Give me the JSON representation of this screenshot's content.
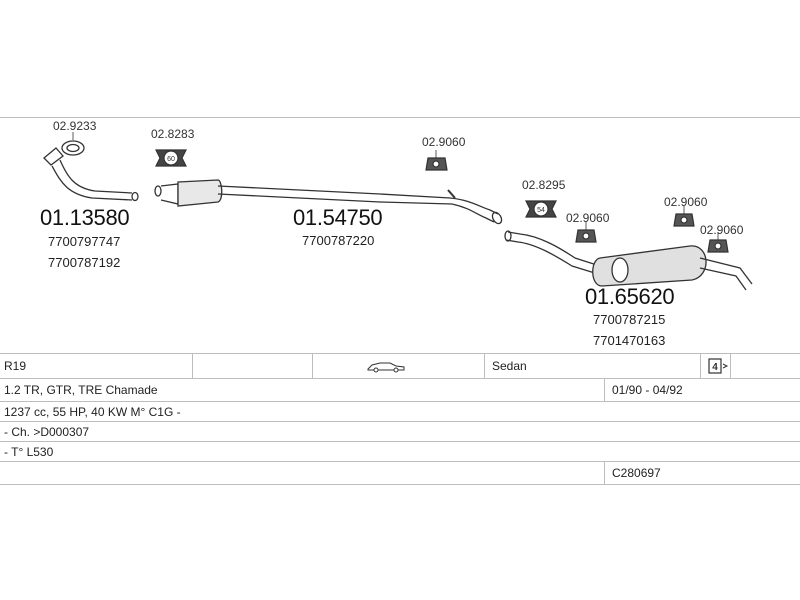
{
  "parts": {
    "front_pipe": {
      "part_no": "01.13580",
      "oem": [
        "7700797747",
        "7700787192"
      ]
    },
    "front_gasket": {
      "part_no": "02.9233"
    },
    "middle_clamp": {
      "part_no": "02.8283"
    },
    "middle_silencer": {
      "part_no": "01.54750",
      "oem": [
        "7700787220"
      ]
    },
    "hanger_mid": {
      "part_no": "02.9060"
    },
    "rear_clamp": {
      "part_no": "02.8295"
    },
    "hanger_rear_1": {
      "part_no": "02.9060"
    },
    "hanger_rear_2": {
      "part_no": "02.9060"
    },
    "hanger_rear_3": {
      "part_no": "02.9060"
    },
    "rear_silencer": {
      "part_no": "01.65620",
      "oem": [
        "7700787215",
        "7701470163"
      ]
    }
  },
  "vehicle": {
    "model": "R19",
    "body": "Sedan",
    "variant": "1.2 TR, GTR, TRE Chamade",
    "years": "01/90 - 04/92",
    "engine": "1237 cc, 55 HP, 40 KW M° C1G -",
    "chassis": "- Ch. >D000307",
    "type": "- T° L530",
    "code": "C280697"
  },
  "icons": [
    "car-sedan-icon",
    "door-count-icon"
  ],
  "colors": {
    "line": "#bdbdbd",
    "part_stroke": "#333333"
  }
}
